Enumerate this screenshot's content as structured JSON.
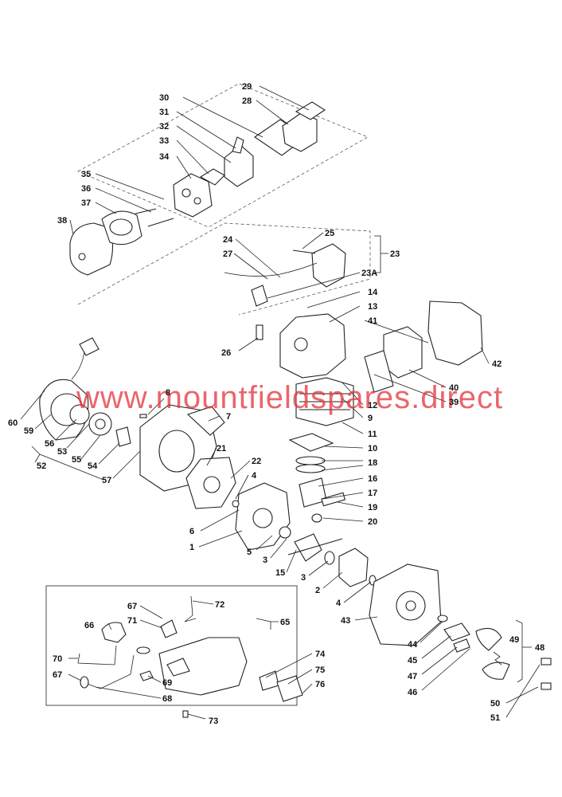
{
  "watermark": "www.mountfieldspares.direct",
  "colors": {
    "watermark": "#e4343c",
    "line": "#222222",
    "background": "#ffffff"
  },
  "callouts": [
    {
      "id": "c29",
      "text": "29"
    },
    {
      "id": "c28",
      "text": "28"
    },
    {
      "id": "c30",
      "text": "30"
    },
    {
      "id": "c31",
      "text": "31"
    },
    {
      "id": "c32",
      "text": "32"
    },
    {
      "id": "c33",
      "text": "33"
    },
    {
      "id": "c34",
      "text": "34"
    },
    {
      "id": "c35",
      "text": "35"
    },
    {
      "id": "c36",
      "text": "36"
    },
    {
      "id": "c37",
      "text": "37"
    },
    {
      "id": "c38",
      "text": "38"
    },
    {
      "id": "c25",
      "text": "25"
    },
    {
      "id": "c24",
      "text": "24"
    },
    {
      "id": "c27",
      "text": "27"
    },
    {
      "id": "c23",
      "text": "23"
    },
    {
      "id": "c23A",
      "text": "23A"
    },
    {
      "id": "c14",
      "text": "14"
    },
    {
      "id": "c13",
      "text": "13"
    },
    {
      "id": "c41",
      "text": "41"
    },
    {
      "id": "c26",
      "text": "26"
    },
    {
      "id": "c42",
      "text": "42"
    },
    {
      "id": "c40",
      "text": "40"
    },
    {
      "id": "c39",
      "text": "39"
    },
    {
      "id": "c12",
      "text": "12"
    },
    {
      "id": "c9",
      "text": "9"
    },
    {
      "id": "c11",
      "text": "11"
    },
    {
      "id": "c10",
      "text": "10"
    },
    {
      "id": "c18",
      "text": "18"
    },
    {
      "id": "c16",
      "text": "16"
    },
    {
      "id": "c17",
      "text": "17"
    },
    {
      "id": "c19",
      "text": "19"
    },
    {
      "id": "c20",
      "text": "20"
    },
    {
      "id": "c8",
      "text": "8"
    },
    {
      "id": "c7",
      "text": "7"
    },
    {
      "id": "c60",
      "text": "60"
    },
    {
      "id": "c59",
      "text": "59"
    },
    {
      "id": "c56",
      "text": "56"
    },
    {
      "id": "c53",
      "text": "53"
    },
    {
      "id": "c55",
      "text": "55"
    },
    {
      "id": "c54",
      "text": "54"
    },
    {
      "id": "c52",
      "text": "52"
    },
    {
      "id": "c57",
      "text": "57"
    },
    {
      "id": "c21",
      "text": "21"
    },
    {
      "id": "c22",
      "text": "22"
    },
    {
      "id": "c4a",
      "text": "4"
    },
    {
      "id": "c6",
      "text": "6"
    },
    {
      "id": "c1",
      "text": "1"
    },
    {
      "id": "c5",
      "text": "5"
    },
    {
      "id": "c3a",
      "text": "3"
    },
    {
      "id": "c15",
      "text": "15"
    },
    {
      "id": "c3b",
      "text": "3"
    },
    {
      "id": "c2",
      "text": "2"
    },
    {
      "id": "c4b",
      "text": "4"
    },
    {
      "id": "c43",
      "text": "43"
    },
    {
      "id": "c67a",
      "text": "67"
    },
    {
      "id": "c72",
      "text": "72"
    },
    {
      "id": "c71",
      "text": "71"
    },
    {
      "id": "c66",
      "text": "66"
    },
    {
      "id": "c65",
      "text": "65"
    },
    {
      "id": "c70",
      "text": "70"
    },
    {
      "id": "c67b",
      "text": "67"
    },
    {
      "id": "c69",
      "text": "69"
    },
    {
      "id": "c68",
      "text": "68"
    },
    {
      "id": "c74",
      "text": "74"
    },
    {
      "id": "c75",
      "text": "75"
    },
    {
      "id": "c76",
      "text": "76"
    },
    {
      "id": "c73",
      "text": "73"
    },
    {
      "id": "c44",
      "text": "44"
    },
    {
      "id": "c45",
      "text": "45"
    },
    {
      "id": "c47",
      "text": "47"
    },
    {
      "id": "c46",
      "text": "46"
    },
    {
      "id": "c49",
      "text": "49"
    },
    {
      "id": "c48",
      "text": "48"
    },
    {
      "id": "c50",
      "text": "50"
    },
    {
      "id": "c51",
      "text": "51"
    }
  ]
}
